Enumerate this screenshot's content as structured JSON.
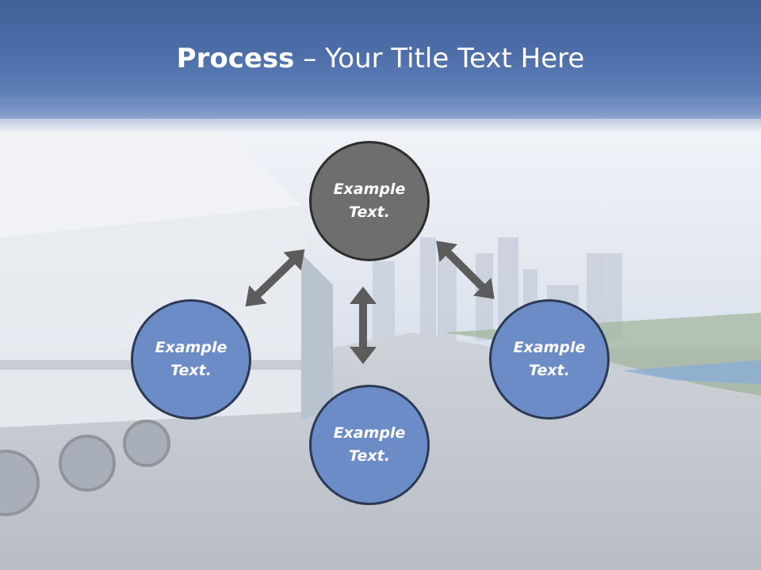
{
  "slide": {
    "title_bold": "Process",
    "title_separator": " – ",
    "title_rest": "Your Title Text Here"
  },
  "diagram": {
    "nodes": [
      {
        "id": "top",
        "label": "Example\nText.",
        "color": "#6e6e6e"
      },
      {
        "id": "left",
        "label": "Example\nText.",
        "color": "#6c8cc8"
      },
      {
        "id": "right",
        "label": "Example\nText.",
        "color": "#6c8cc8"
      },
      {
        "id": "bottom",
        "label": "Example\nText.",
        "color": "#6c8cc8"
      }
    ],
    "arrow_color": "#5c5c5c"
  }
}
